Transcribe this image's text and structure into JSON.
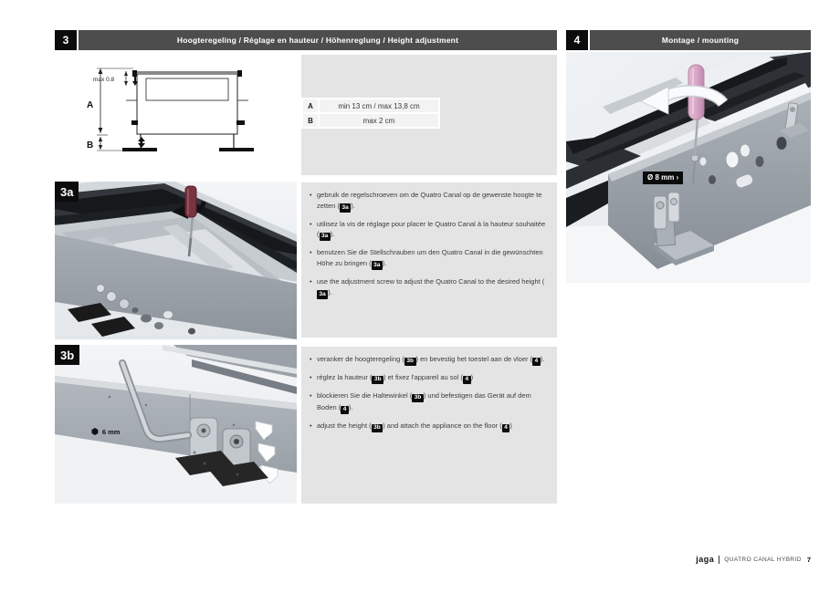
{
  "colors": {
    "header_bar": "#4d4d4d",
    "number_box": "#0c0c0c",
    "panel_gray": "#e4e4e4",
    "screwdriver_pink": "#d9a8c8"
  },
  "section3": {
    "number": "3",
    "title": "Hoogteregeling / Réglage en hauteur / Höhenreglung / Height adjustment",
    "diagram": {
      "max_label": "max 0.8",
      "dim_a": "A",
      "dim_b": "B"
    },
    "table": {
      "rows": [
        {
          "label": "A",
          "value": "min 13 cm / max 13,8 cm"
        },
        {
          "label": "B",
          "value": "max 2 cm"
        }
      ]
    },
    "step3a": {
      "label": "3a",
      "bullets": [
        {
          "segments": [
            {
              "text": "gebruik de regelschroeven om de Quatro Canal op de gewenste hoogte te zetten ("
            },
            {
              "badge": "3a"
            },
            {
              "text": ")."
            }
          ]
        },
        {
          "segments": [
            {
              "text": "utilisez la vis de réglage pour placer le Quatro Canal à la hauteur souhaitée ("
            },
            {
              "badge": "3a"
            },
            {
              "text": ")."
            }
          ]
        },
        {
          "segments": [
            {
              "text": "benutzen Sie die Stellschrauben um den Quatro Canal in die gewünschten Höhe zu bringen ("
            },
            {
              "badge": "3a"
            },
            {
              "text": ")."
            }
          ]
        },
        {
          "segments": [
            {
              "text": "use the adjustment screw to adjust the Quatro Canal to the desired height ("
            },
            {
              "badge": "3a"
            },
            {
              "text": ")."
            }
          ]
        }
      ]
    },
    "step3b": {
      "label": "3b",
      "tool_size": "6 mm",
      "bullets": [
        {
          "segments": [
            {
              "text": "veranker de hoogteregeling ("
            },
            {
              "badge": "3b"
            },
            {
              "text": ") en bevestig het toestel aan de vloer ("
            },
            {
              "badge": "4"
            },
            {
              "text": ")."
            }
          ]
        },
        {
          "segments": [
            {
              "text": "réglez la hauteur ("
            },
            {
              "badge": "3b"
            },
            {
              "text": ") et fixez l'appareil au sol ("
            },
            {
              "badge": "4"
            },
            {
              "text": ")"
            }
          ]
        },
        {
          "segments": [
            {
              "text": "blockieren Sie die Haltewinkel ("
            },
            {
              "badge": "3b"
            },
            {
              "text": ") und befestigen das Gerät auf dem Boden ("
            },
            {
              "badge": "4"
            },
            {
              "text": ")."
            }
          ]
        },
        {
          "segments": [
            {
              "text": "adjust the height ("
            },
            {
              "badge": "3b"
            },
            {
              "text": ") and attach the appliance on the floor ("
            },
            {
              "badge": "4"
            },
            {
              "text": ")"
            }
          ]
        }
      ]
    }
  },
  "section4": {
    "number": "4",
    "title": "Montage / mounting",
    "drill_badge": "Ø 8 mm ›"
  },
  "footer": {
    "brand": "jaga",
    "doc_title": "QUATRO CANAL HYBRID",
    "page_number": "7"
  }
}
